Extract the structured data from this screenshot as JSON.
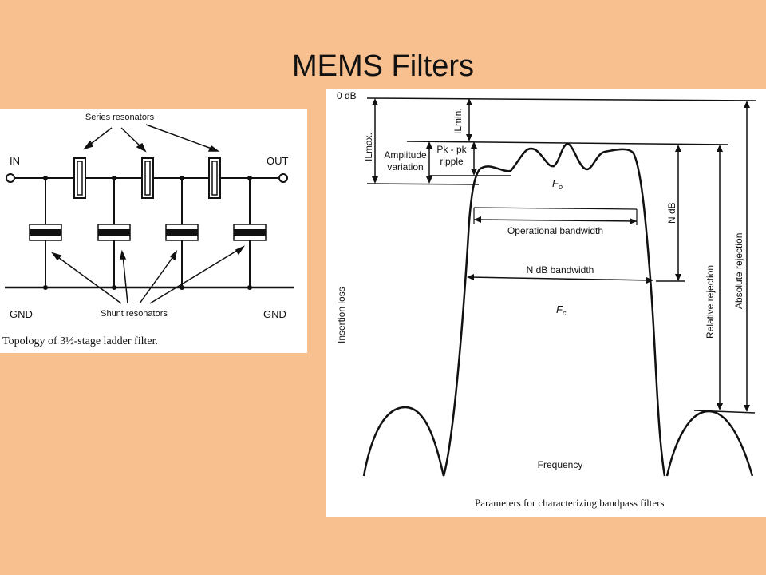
{
  "slide": {
    "title": "MEMS Filters"
  },
  "ladder_figure": {
    "series_label": "Series resonators",
    "shunt_label": "Shunt resonators",
    "in_label": "IN",
    "out_label": "OUT",
    "gnd_left": "GND",
    "gnd_right": "GND",
    "caption": "Topology of 3½-stage ladder filter."
  },
  "bandpass_figure": {
    "zero_db": "0 dB",
    "il_max": "ILmax.",
    "il_min": "ILmin.",
    "amplitude_variation_1": "Amplitude",
    "amplitude_variation_2": "variation",
    "pk_ripple_1": "Pk - pk",
    "pk_ripple_2": "ripple",
    "fo": "F",
    "fo_sub": "o",
    "operational_bandwidth": "Operational bandwidth",
    "n_db": "N dB",
    "n_db_bandwidth": "N dB bandwidth",
    "fc": "F",
    "fc_sub": "c",
    "insertion_loss": "Insertion loss",
    "relative_rejection": "Relative rejection",
    "absolute_rejection": "Absolute rejection",
    "frequency": "Frequency",
    "caption": "Parameters for characterizing bandpass filters"
  }
}
